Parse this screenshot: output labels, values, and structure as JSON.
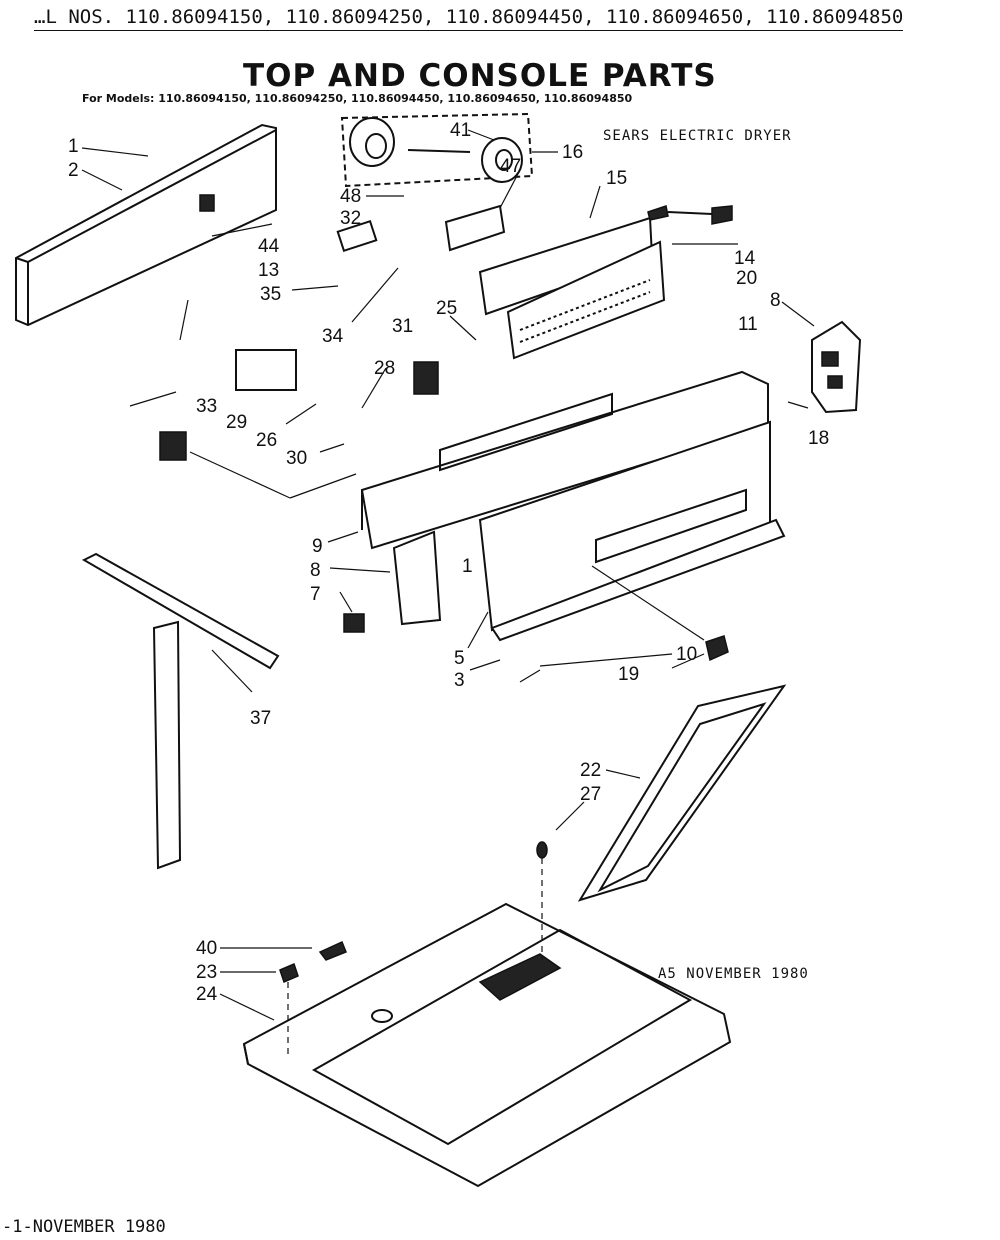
{
  "header": {
    "model_numbers": "…L NOS. 110.86094150, 110.86094250, 110.86094450, 110.86094650, 110.86094850"
  },
  "title": "TOP AND CONSOLE PARTS",
  "subtitle": "For Models: 110.86094150, 110.86094250, 110.86094450, 110.86094650, 110.86094850",
  "brand_label": "SEARS ELECTRIC DRYER",
  "revision_label": "A5 NOVEMBER 1980",
  "footer": "-1-NOVEMBER 1980",
  "callouts": [
    "1",
    "2",
    "41",
    "16",
    "47",
    "48",
    "15",
    "32",
    "14",
    "44",
    "13",
    "20",
    "35",
    "8",
    "34",
    "25",
    "11",
    "31",
    "28",
    "33",
    "29",
    "26",
    "18",
    "30",
    "9",
    "8",
    "1",
    "7",
    "5",
    "10",
    "3",
    "19",
    "37",
    "22",
    "27",
    "40",
    "23",
    "24"
  ]
}
